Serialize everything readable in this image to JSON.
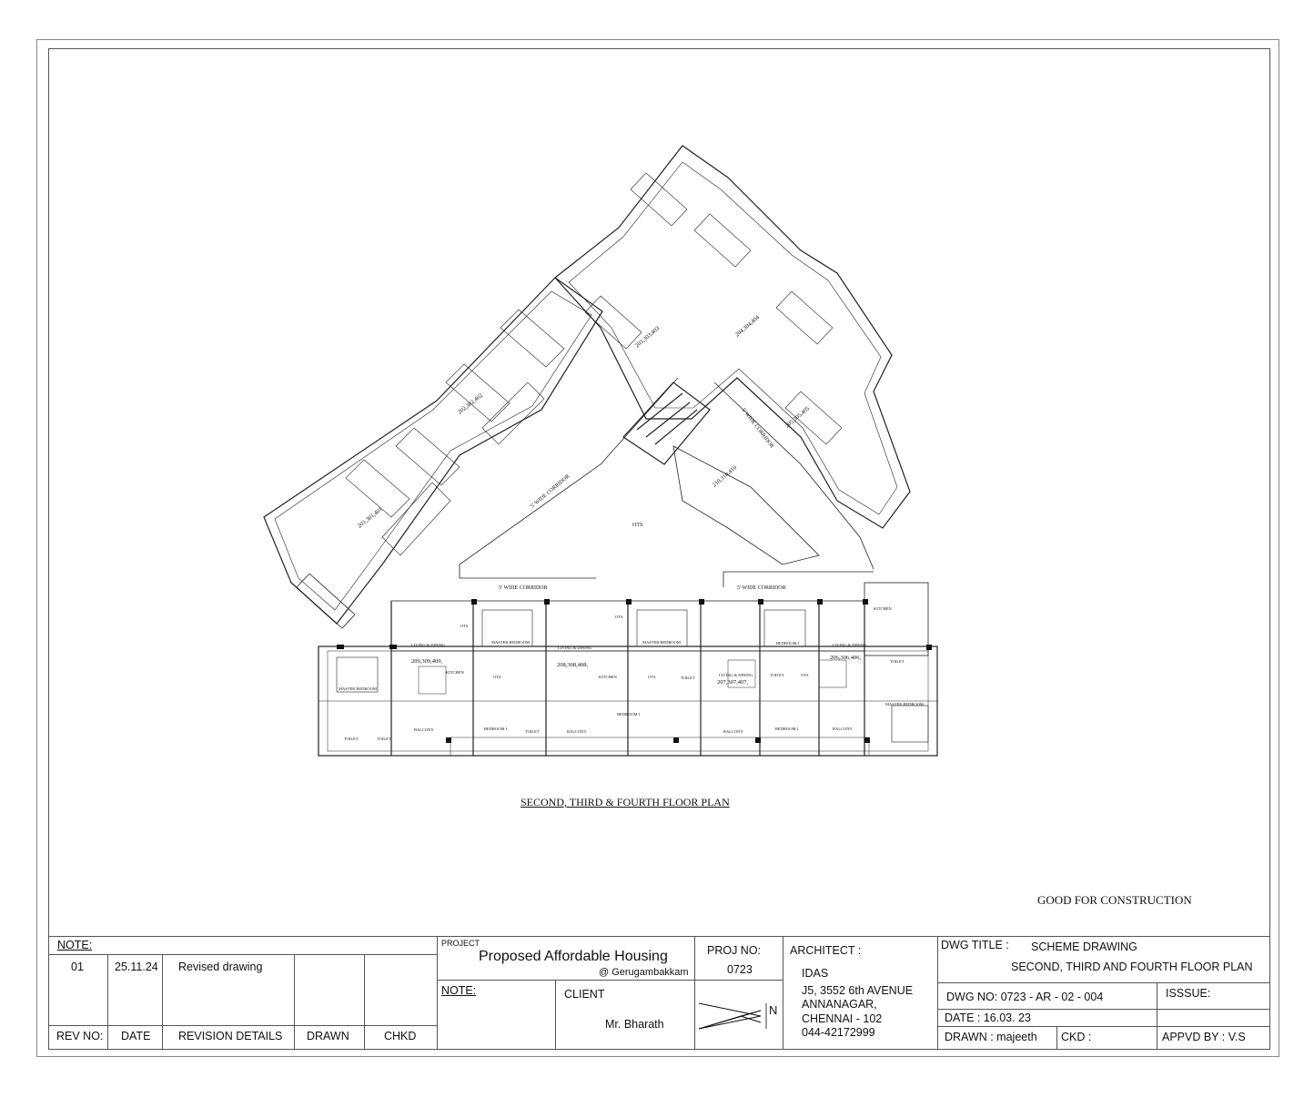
{
  "drawing": {
    "plan_title": "SECOND, THIRD & FOURTH FLOOR PLAN",
    "status": "GOOD FOR CONSTRUCTION",
    "labels": {
      "ots_center": "OTS",
      "corridor_left_diag": "5' WIDE CORRIDOR",
      "corridor_right_diag": "5' WIDE CORRIDOR",
      "corridor_bottom_left": "5' WIDE CORRIDOR",
      "corridor_bottom_right": "5' WIDE CORRIDOR",
      "units": [
        "201,301,401",
        "202,302,402",
        "203,303,403",
        "204,304,404",
        "205,305,405",
        "210,310,410",
        "209,309,409,",
        "208,308,408,",
        "207,307,407,",
        "206,306,406,"
      ],
      "rooms": {
        "master_bedroom": "MASTER BEDROOM",
        "living_dining": "LIVING & DINING",
        "kitchen": "KITCHEN",
        "bedroom_1": "BEDROOM 1",
        "balcony": "BALCONY",
        "toilet": "TOILET",
        "ots": "OTS"
      }
    }
  },
  "title_block": {
    "note_label": "NOTE:",
    "rev_no": "01",
    "rev_date": "25.11.24",
    "rev_details": "Revised drawing",
    "col_rev_no": "REV NO:",
    "col_date": "DATE",
    "col_revision_details": "REVISION DETAILS",
    "col_drawn": "DRAWN",
    "col_chkd": "CHKD",
    "project_label": "PROJECT",
    "project_name": "Proposed Affordable Housing",
    "project_location": "@ Gerugambakkam",
    "note2_label": "NOTE:",
    "client_label": "CLIENT",
    "client_name": "Mr. Bharath",
    "proj_no_label": "PROJ NO:",
    "proj_no": "0723",
    "north_label": "N",
    "architect_label": "ARCHITECT :",
    "architect_name": "IDAS",
    "address_1": "J5, 3552 6th AVENUE",
    "address_2": "ANNANAGAR,",
    "address_3": "CHENNAI - 102",
    "phone": "044-42172999",
    "dwg_title_label": "DWG TITLE :",
    "dwg_title_1": "SCHEME DRAWING",
    "dwg_title_2": "SECOND, THIRD AND FOURTH FLOOR PLAN",
    "dwg_no": "DWG NO: 0723 - AR - 02 - 004",
    "issue_label": "ISSSUE:",
    "date": "DATE : 16.03. 23",
    "drawn": "DRAWN : majeeth",
    "ckd": "CKD :",
    "appvd": "APPVD BY : V.S"
  }
}
